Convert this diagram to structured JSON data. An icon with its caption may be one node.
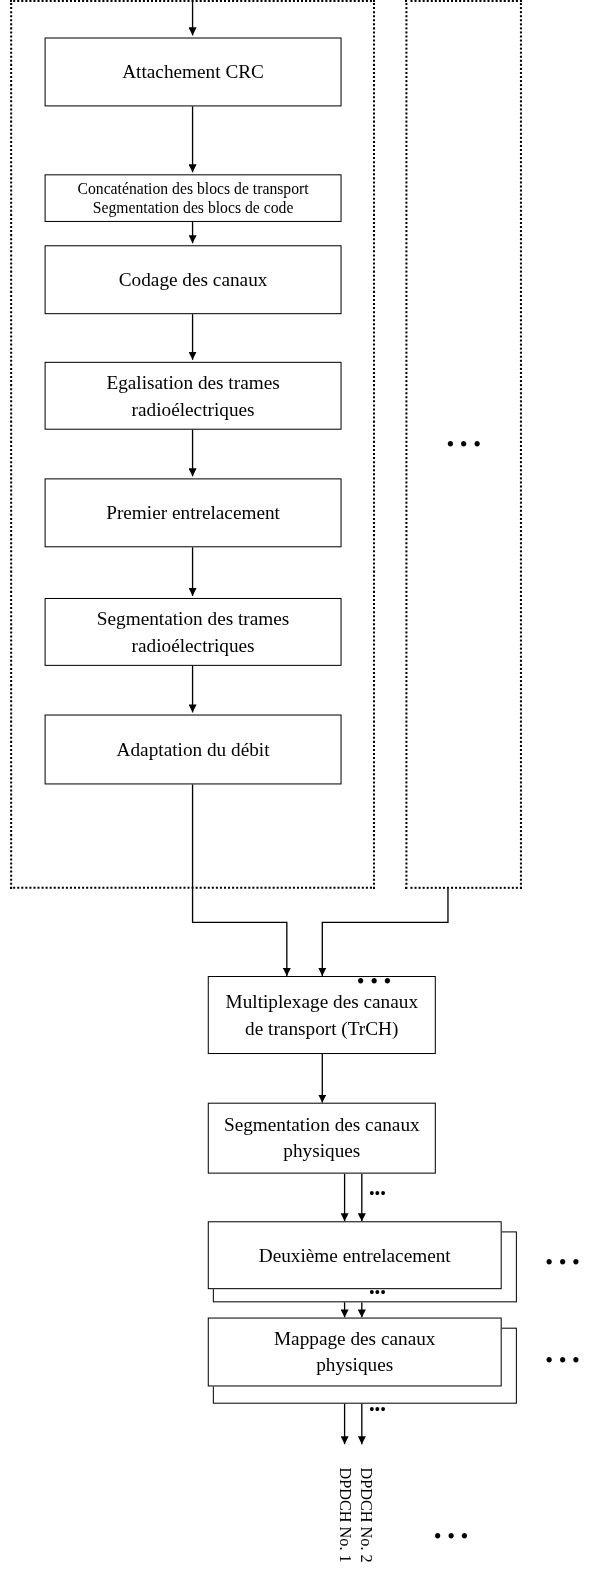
{
  "diagram": {
    "nodes": [
      {
        "text": [],
        "shape": "box"
      },
      {
        "text": [
          "Attachement CRC"
        ],
        "in": 0
      },
      {
        "text": [
          "Concaténation des blocs de transport Segmentation des blocs de code"
        ],
        "in": 0
      },
      {
        "text": [
          "Codage des canaux"
        ],
        "in": 0
      },
      {
        "text": [
          "Egalisation des trames radioélectriques"
        ],
        "in": 0
      },
      {
        "text": [
          "Premier entrelacement"
        ],
        "in": 0
      },
      {
        "text": [
          "Segmentation des trames radioélectriques"
        ],
        "in": 0
      },
      {
        "text": [
          "Adaptation du débit"
        ],
        "in": 0
      },
      {
        "text": [
          "• • •"
        ]
      },
      {
        "text": [
          "Multiplexage des canaux de transport (TrCH)"
        ]
      },
      {
        "text": [
          "Segmentation des canaux physiques"
        ]
      },
      {
        "text": [
          "Deuxième entrelacement"
        ]
      },
      {
        "text": [
          "Mappage des canaux physiques"
        ]
      },
      {
        "text": [
          "DPDCH No. 1"
        ]
      },
      {
        "text": [
          "DPDCH No. 2"
        ]
      }
    ],
    "edges": [
      {
        "from": null,
        "to": 1,
        "arrow": "to"
      },
      {
        "from": 1,
        "to": 2,
        "arrow": "to"
      },
      {
        "from": 2,
        "to": 3,
        "arrow": "to"
      },
      {
        "from": 3,
        "to": 4,
        "arrow": "to"
      },
      {
        "from": 4,
        "to": 5,
        "arrow": "to"
      },
      {
        "from": 5,
        "to": 6,
        "arrow": "to"
      },
      {
        "from": 6,
        "to": 7,
        "arrow": "to"
      },
      {
        "from": 7,
        "to": 9,
        "arrow": "to"
      },
      {
        "from": 8,
        "to": 9,
        "arrow": "to"
      },
      {
        "from": 9,
        "to": 10,
        "arrow": "to"
      },
      {
        "from": 10,
        "to": 11,
        "arrow": "to"
      },
      {
        "from": 10,
        "to": 11,
        "arrow": "to"
      },
      {
        "from": 11,
        "to": 12,
        "arrow": "to"
      },
      {
        "from": 11,
        "to": 12,
        "arrow": "to"
      },
      {
        "from": 12,
        "to": 13,
        "arrow": "to"
      },
      {
        "from": 12,
        "to": 14,
        "arrow": "to"
      }
    ],
    "labels": [
      "• • •",
      "•••",
      "• • •",
      "•••",
      "• • •",
      "•••",
      "• • •"
    ]
  }
}
